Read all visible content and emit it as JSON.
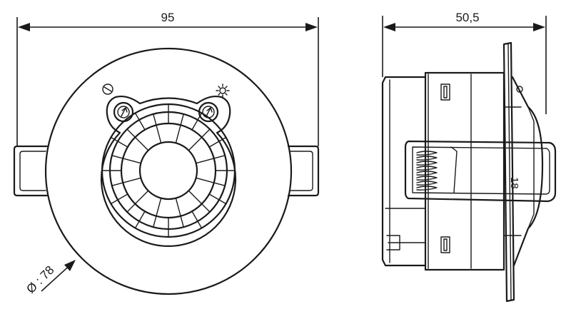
{
  "dimensions": {
    "overall_width": "95",
    "depth": "50,5",
    "diameter": "Ø : 78"
  },
  "side_marking": "18",
  "front_symbols": {
    "left": "adjust-knob-icon",
    "right": "sun-icon"
  }
}
